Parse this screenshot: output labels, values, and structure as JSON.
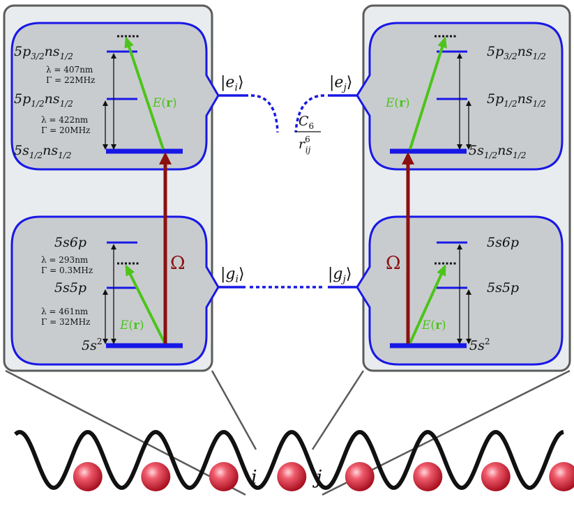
{
  "colors": {
    "level_line": "#1818e6",
    "laser_field": "#4cc41a",
    "rabi_drive": "#8b1010",
    "outer_panel_fill": "#e9ecee",
    "outer_panel_stroke": "#5b5b5b",
    "inner_box_fill": "#c9cccf",
    "inner_box_stroke": "#1818e6",
    "atom": "#d3283c",
    "lattice": "#111111"
  },
  "left": {
    "rydberg": {
      "levels": {
        "top": "5p3/2ns1/2",
        "mid": "5p1/2ns1/2",
        "ground": "5s1/2ns1/2"
      },
      "upper_transition": {
        "wavelength": "λ = 407nm",
        "linewidth": "Γ = 22MHz"
      },
      "lower_transition": {
        "wavelength": "λ = 422nm",
        "linewidth": "Γ = 20MHz"
      },
      "field_label": "E(r)",
      "state_ket": "|ei⟩"
    },
    "ground": {
      "levels": {
        "top": "5s6p",
        "mid": "5s5p",
        "ground": "5s²"
      },
      "upper_transition": {
        "wavelength": "λ = 293nm",
        "linewidth": "Γ = 0.3MHz"
      },
      "lower_transition": {
        "wavelength": "λ = 461nm",
        "linewidth": "Γ = 32MHz"
      },
      "field_label": "E(r)",
      "state_ket": "|gi⟩"
    },
    "rabi_label": "Ω"
  },
  "right": {
    "rydberg": {
      "levels": {
        "top": "5p3/2ns1/2",
        "mid": "5p1/2ns1/2",
        "ground": "5s1/2ns1/2"
      },
      "field_label": "E(r)",
      "state_ket": "|ej⟩"
    },
    "ground": {
      "levels": {
        "top": "5s6p",
        "mid": "5s5p",
        "ground": "5s²"
      },
      "field_label": "E(r)",
      "state_ket": "|gj⟩"
    },
    "rabi_label": "Ω"
  },
  "interaction": {
    "numerator": "C6",
    "denominator": "rij6"
  },
  "lattice": {
    "atom_count": 8,
    "site_labels": {
      "i": "i",
      "j": "j"
    }
  }
}
